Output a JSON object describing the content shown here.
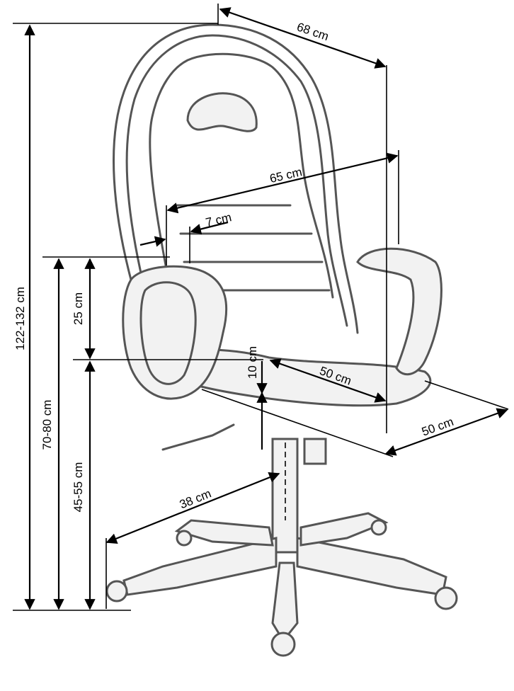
{
  "title": "Office chair dimensions",
  "dimensions": {
    "total_height": "122-132 cm",
    "armrest_height": "70-80 cm",
    "seat_height": "45-55 cm",
    "armrest_above_seat": "25 cm",
    "seat_lift": "10 cm",
    "overall_width": "68 cm",
    "back_width": "65 cm",
    "armrest_width": "7 cm",
    "seat_depth": "50 cm",
    "seat_width": "50 cm",
    "base_radius": "38 cm"
  }
}
